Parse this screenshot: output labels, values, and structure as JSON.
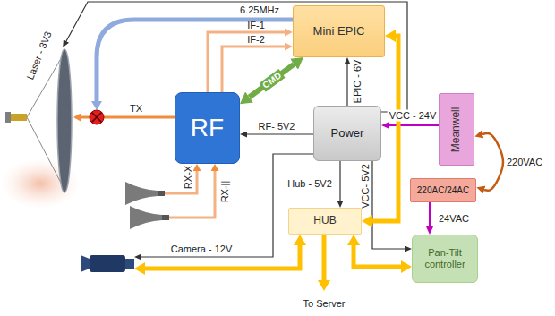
{
  "diagram": {
    "nodes": [
      {
        "text": [
          "Mini EPIC"
        ]
      },
      {
        "text": [
          "RF"
        ]
      },
      {
        "text": [
          "Power"
        ]
      },
      {
        "text": [
          "Meanwell"
        ]
      },
      {
        "text": [
          "220AC/24AC"
        ]
      },
      {
        "text": [
          "HUB"
        ]
      },
      {
        "text": [
          "Pan-Tilt controller"
        ]
      }
    ],
    "edges": [
      {
        "from": 1,
        "to": 0,
        "label": "IF-1",
        "arrow": "to"
      },
      {
        "from": 1,
        "to": 0,
        "label": "IF-2",
        "arrow": "to"
      },
      {
        "from": 1,
        "to": 0,
        "label": "CMD",
        "arrow": "both"
      },
      {
        "from": 2,
        "to": 0,
        "label": "EPIC - 6V",
        "arrow": "to"
      },
      {
        "from": 2,
        "to": 1,
        "label": "RF- 5V2",
        "arrow": "to"
      },
      {
        "from": 3,
        "to": 2,
        "label": "VCC - 24V",
        "arrow": "to"
      },
      {
        "from": 2,
        "to": 5,
        "label": "Hub - 5V2",
        "arrow": "to"
      },
      {
        "from": 2,
        "to": 6,
        "label": "VCC- 5V2",
        "arrow": "to"
      },
      {
        "from": 4,
        "to": 6,
        "label": "24VAC",
        "arrow": "to"
      },
      {
        "from": 3,
        "to": 4,
        "arrow": "both"
      },
      {
        "from": 0,
        "to": 5,
        "arrow": "both"
      },
      {
        "from": 5,
        "to": 6,
        "arrow": "both"
      }
    ],
    "labels": [
      "Laser - 3V3",
      "6.25MHz",
      "TX",
      "RX-X",
      "RX-||",
      "Camera - 12V",
      "220VAC",
      "To Server"
    ]
  }
}
